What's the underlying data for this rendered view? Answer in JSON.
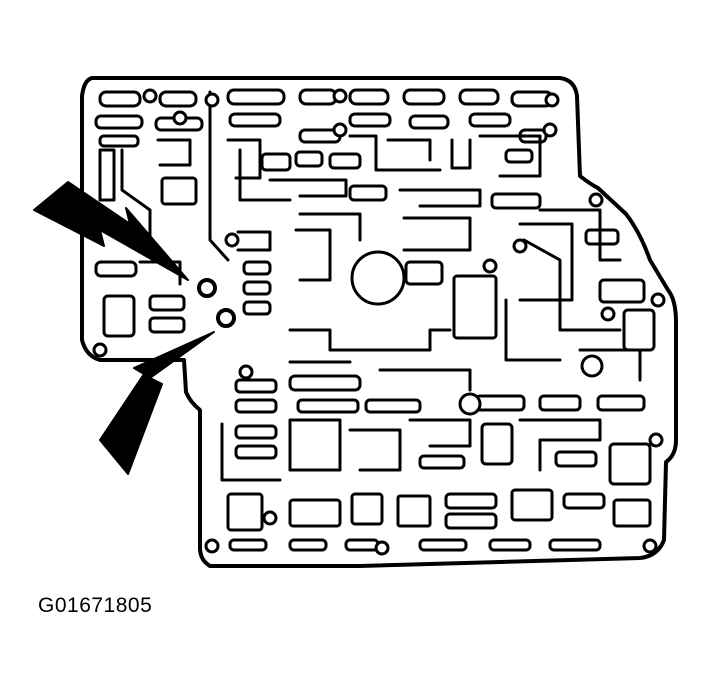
{
  "figure": {
    "label": "G01671805",
    "ink_color": "#000000",
    "paper_color": "#ffffff",
    "subject_icon": "valve-body-separator-plate",
    "callouts": [
      {
        "name": "upper-arrow",
        "points_to": "upper-check-ball-hole"
      },
      {
        "name": "lower-arrow",
        "points_to": "lower-check-ball-hole"
      }
    ]
  }
}
